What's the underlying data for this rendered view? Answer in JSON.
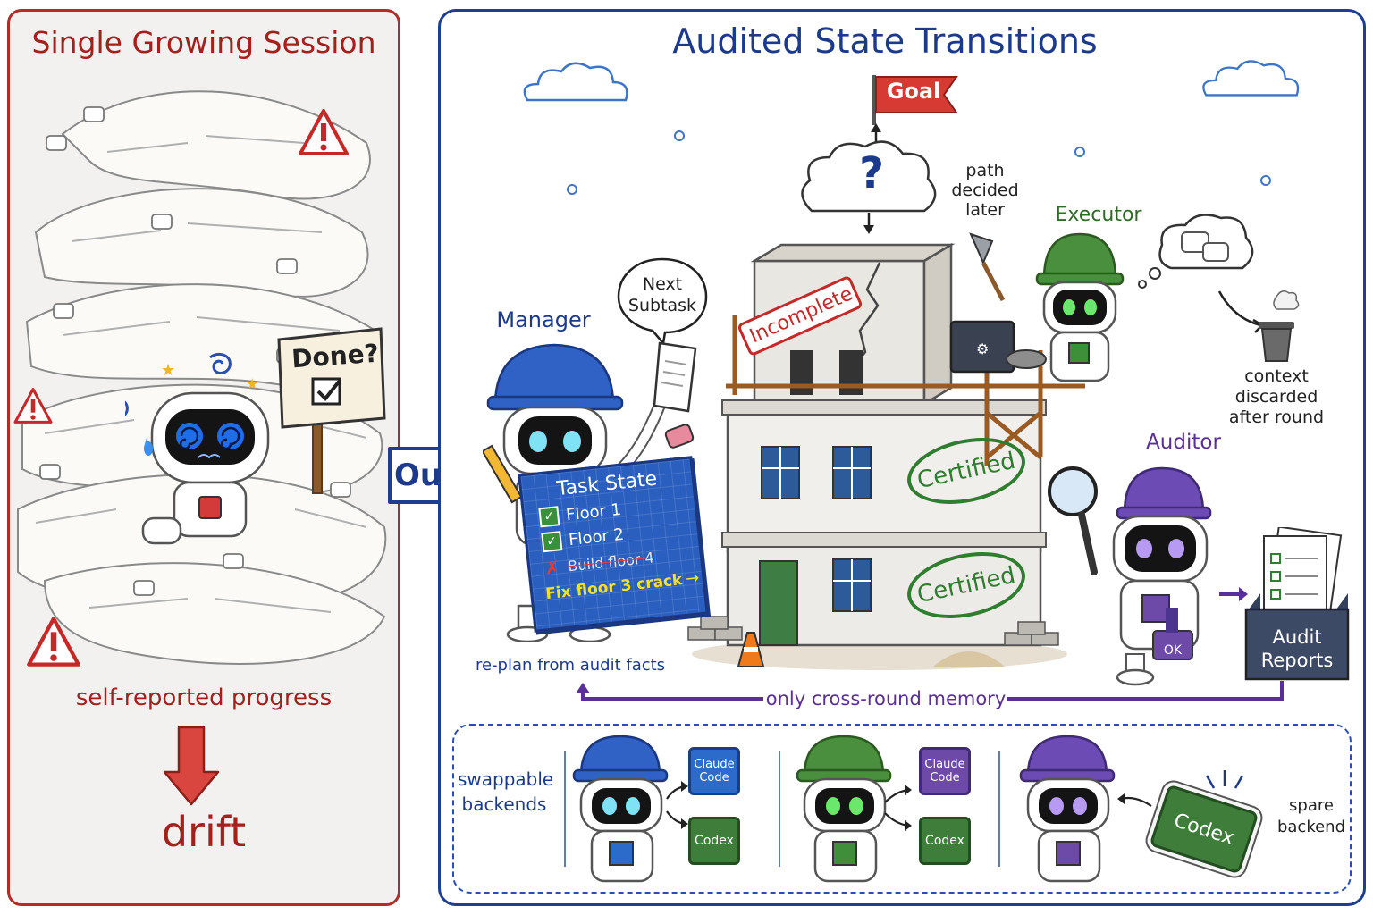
{
  "left_panel": {
    "title": "Single Growing Session",
    "sign_text": "Done?",
    "progress_label": "self-reported progress",
    "result_label": "drift"
  },
  "arrow_label": "Ours",
  "right_panel": {
    "title": "Audited State Transitions",
    "goal_flag": "Goal",
    "question_mark": "?",
    "path_note": [
      "path",
      "decided",
      "later"
    ],
    "manager": {
      "label": "Manager",
      "speech": [
        "Next",
        "Subtask"
      ]
    },
    "task_board": {
      "title": "Task State",
      "items": [
        {
          "text": "Floor 1",
          "status": "done"
        },
        {
          "text": "Floor 2",
          "status": "done"
        },
        {
          "text": "Build floor 4",
          "status": "cancelled"
        },
        {
          "text": "Fix floor 3 crack",
          "status": "next"
        }
      ]
    },
    "building": {
      "top_stamp": "Incomplete",
      "middle_stamp": "Certified",
      "bottom_stamp": "Certified"
    },
    "executor": {
      "label": "Executor",
      "context_note": [
        "context",
        "discarded",
        "after round"
      ]
    },
    "auditor": {
      "label": "Auditor",
      "stamp_text": "OK",
      "reports_label": [
        "Audit",
        "Reports"
      ]
    },
    "replan_label": "re-plan from audit facts",
    "memory_label": "only cross-round memory",
    "backends": {
      "label": [
        "swappable",
        "backends"
      ],
      "chips": {
        "claude_code": [
          "Claude",
          "Code"
        ],
        "codex": "Codex"
      },
      "spare_label": [
        "spare",
        "backend"
      ]
    }
  },
  "colors": {
    "left_border": "#b52a2a",
    "left_bg": "#f3f1ef",
    "left_title": "#a3201c",
    "right_border": "#1e3f8f",
    "right_title": "#1b3a8c",
    "manager_blue": "#2f62c4",
    "executor_green": "#4a8f3d",
    "auditor_purple": "#6c4bb4",
    "chip_blue": "#2c6bc9",
    "chip_purple": "#6d4aa8",
    "chip_green": "#3f7d3a",
    "memory_purple": "#5b2f98",
    "board_blue": "#2a5fbf",
    "warning_red": "#c62828",
    "drift_arrow": "#d9463f",
    "highlight_yellow": "#f2e12a"
  },
  "icons": [
    "warning-icon",
    "chat-bubble-icon",
    "checkbox-icon",
    "cross-icon",
    "trash-icon",
    "magnifier-icon",
    "pencil-icon",
    "laptop-icon",
    "gear-icon",
    "cloud-icon",
    "flag-icon",
    "trowel-icon",
    "traffic-cone-icon",
    "chip-icon"
  ]
}
